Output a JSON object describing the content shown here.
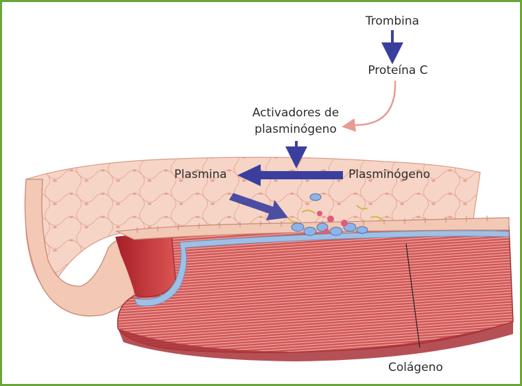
{
  "labels": {
    "trombina": "Trombina",
    "proteina_c": "Proteína C",
    "activadores_line1": "Activadores de",
    "activadores_line2": "plasminógeno",
    "plasmina": "Plasmina",
    "plasminogeno": "Plasminógeno",
    "colageno": "Colágeno"
  },
  "colors": {
    "frame_border": "#6aa63a",
    "arrow_blue": "#3a3f9e",
    "arrow_pink": "#e89a94",
    "endothelium": "#f2c9b4",
    "muscle": "#c94e4e",
    "basement_membrane": "#8fb3d9"
  }
}
